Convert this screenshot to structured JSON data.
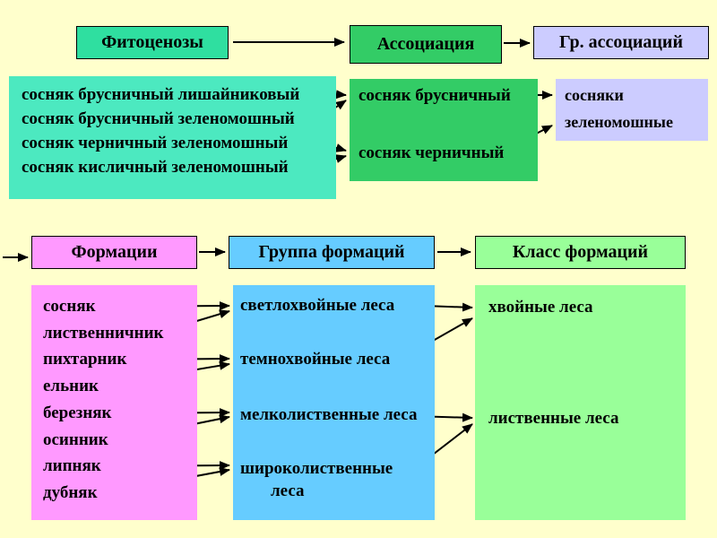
{
  "colors": {
    "background": "#FFFFCC",
    "phytocenoses_header": "#2FDFA0",
    "phytocenoses_box": "#4CE9C0",
    "association": "#33CC66",
    "association_group": "#CCCCFF",
    "formations": "#FF99FF",
    "formation_group": "#66CCFF",
    "formation_class": "#99FF99",
    "arrow": "#000000",
    "text": "#000000"
  },
  "phytocenoses": {
    "header": "Фитоценозы",
    "items": [
      "сосняк брусничный лишайниковый",
      "сосняк брусничный зеленомошный",
      "сосняк черничный зеленомошный",
      "сосняк кисличный зеленомошный"
    ]
  },
  "association": {
    "header": "Ассоциация",
    "items": [
      "сосняк брусничный",
      "сосняк черничный"
    ]
  },
  "association_group": {
    "header": "Гр. ассоциаций",
    "items": [
      "сосняки",
      "зеленомошные"
    ]
  },
  "formations": {
    "header": "Формации",
    "items": [
      "сосняк",
      "лиственничник",
      "пихтарник",
      "ельник",
      "березняк",
      "осинник",
      "липняк",
      "дубняк"
    ]
  },
  "formation_group": {
    "header": "Группа формаций",
    "items": [
      "светлохвойные леса",
      "темнохвойные леса",
      "мелколиственные леса",
      "широколиственные леса"
    ]
  },
  "formation_class": {
    "header": "Класс формаций",
    "items": [
      "хвойные леса",
      "лиственные леса"
    ]
  }
}
